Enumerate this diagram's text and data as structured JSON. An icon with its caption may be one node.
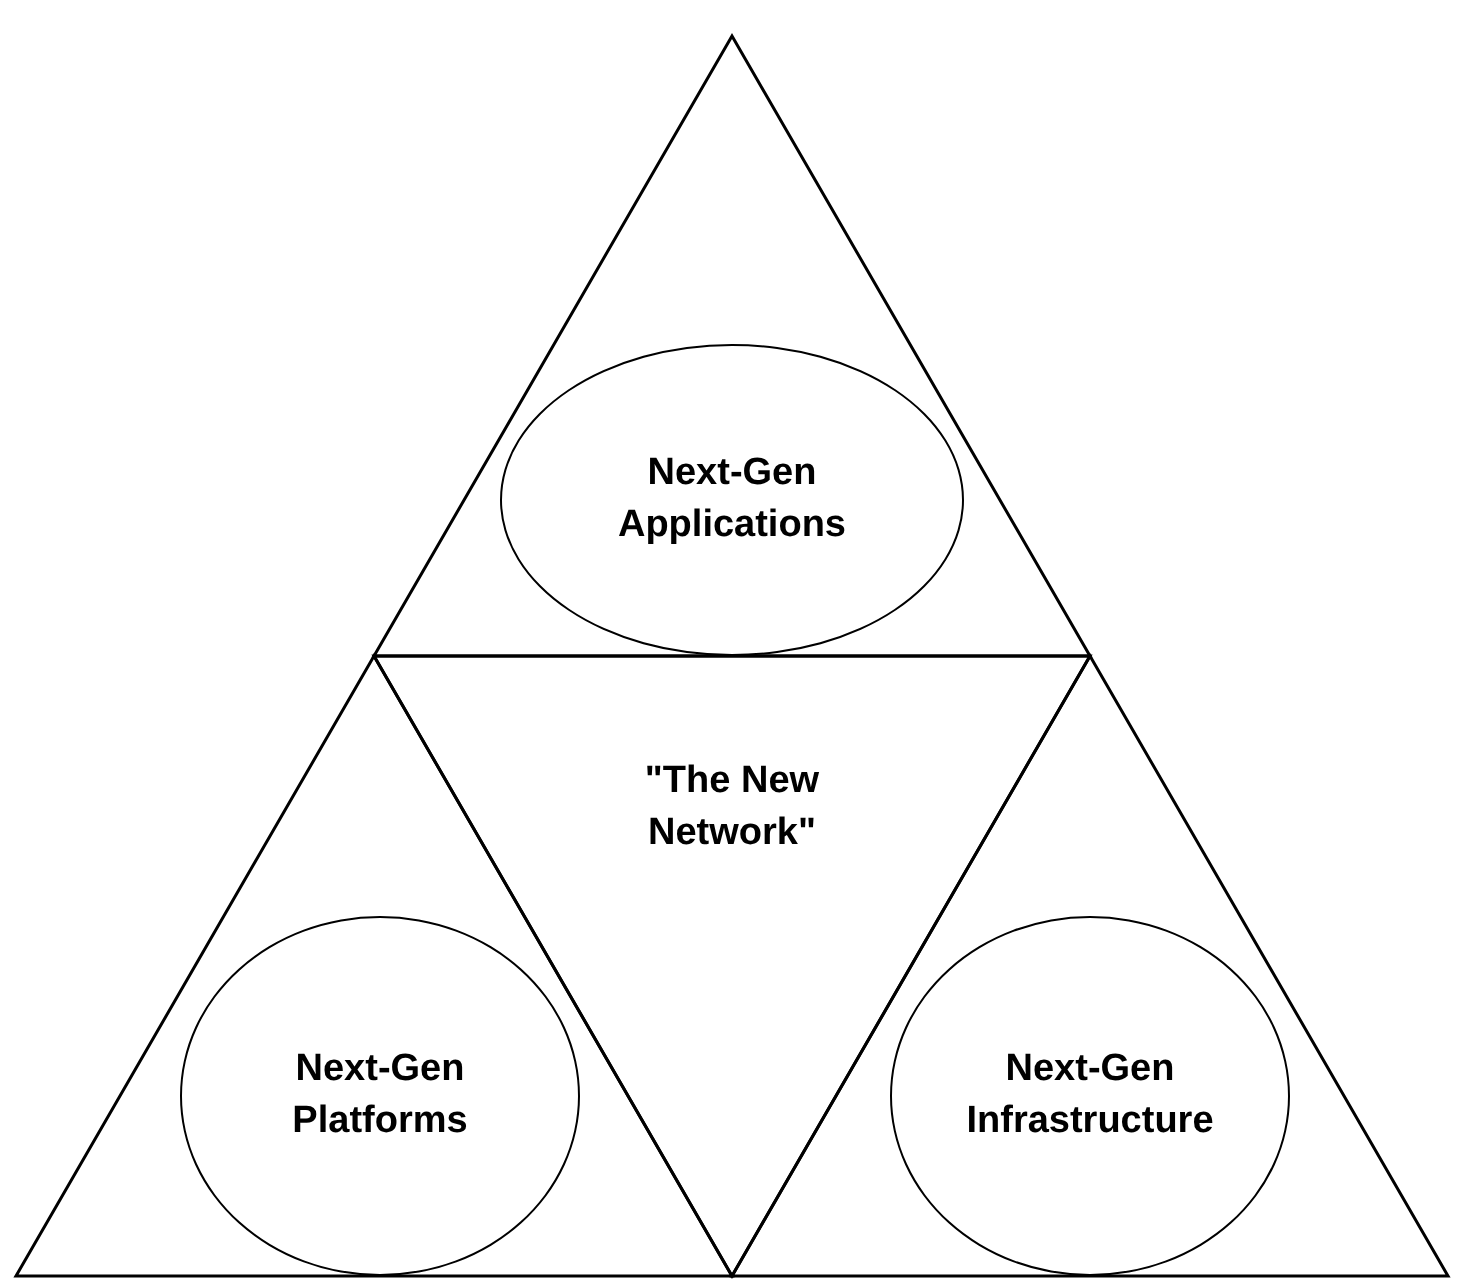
{
  "diagram": {
    "nodes": [
      {
        "text": [],
        "shape": "triangle"
      },
      {
        "text": [
          "Next-Gen Applications"
        ],
        "in": 0
      },
      {
        "text": [
          "\"The New Network\""
        ]
      },
      {
        "text": [],
        "shape": "triangle"
      },
      {
        "text": [
          "Next-Gen Platforms"
        ],
        "in": 3
      },
      {
        "text": [],
        "shape": "triangle"
      },
      {
        "text": [
          "Next-Gen Infrastructure"
        ],
        "in": 5
      }
    ]
  }
}
